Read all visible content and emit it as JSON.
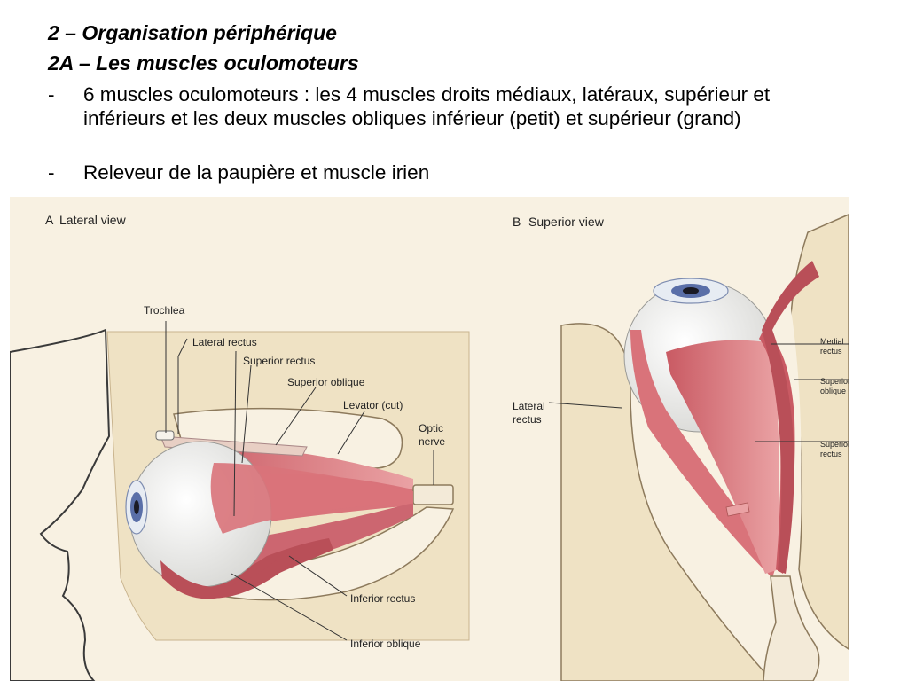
{
  "slide": {
    "heading_1": "2 – Organisation périphérique",
    "heading_2": "2A – Les muscles oculomoteurs",
    "bullets": [
      "6 muscles oculomoteurs : les 4 muscles droits médiaux, latéraux, supérieur et inférieurs et les deux muscles obliques inférieur (petit) et supérieur (grand)",
      "Releveur de la paupière et muscle irien"
    ],
    "bullet_marker": "-"
  },
  "figure": {
    "panel_a": {
      "letter": "A",
      "title": "Lateral view",
      "labels": {
        "trochlea": "Trochlea",
        "lateral_rectus": "Lateral rectus",
        "superior_rectus": "Superior rectus",
        "superior_oblique": "Superior oblique",
        "levator": "Levator (cut)",
        "optic_nerve_1": "Optic",
        "optic_nerve_2": "nerve",
        "inferior_rectus": "Inferior rectus",
        "inferior_oblique": "Inferior oblique"
      }
    },
    "panel_b": {
      "letter": "B",
      "title": "Superior view",
      "labels": {
        "lateral_rectus_1": "Lateral",
        "lateral_rectus_2": "rectus",
        "medial_rectus_1": "Medial",
        "medial_rectus_2": "rectus",
        "superior_oblique_1": "Superior",
        "superior_oblique_2": "oblique",
        "superior_rectus_1": "Superior",
        "superior_rectus_2": "rectus"
      }
    },
    "colors": {
      "background": "#f8f1e2",
      "bone": "#efe2c4",
      "muscle": "#d9737a",
      "muscle_light": "#eaa2a4",
      "eyeball": "#f1f1ef",
      "iris": "#5a6fa8"
    }
  }
}
